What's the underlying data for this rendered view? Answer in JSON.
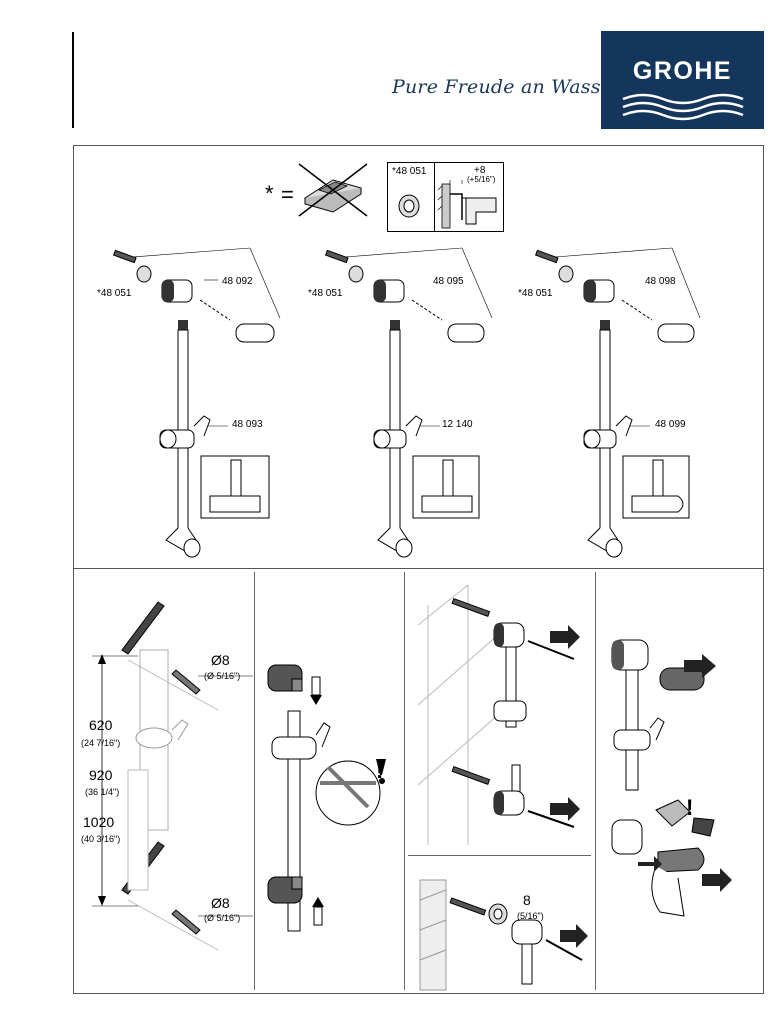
{
  "header": {
    "tagline": "Pure Freude an Wasser",
    "brand": "GROHE",
    "accent_color": "#14365c"
  },
  "legend": {
    "star": "*",
    "equals": "=",
    "inset_part": "*48 051",
    "inset_dim_plus": "+8",
    "inset_dim_inch": "(+5/16\")"
  },
  "columns": [
    {
      "washer": "*48 051",
      "bracket": "48 092",
      "holder": "48 093"
    },
    {
      "washer": "*48 051",
      "bracket": "48 095",
      "holder": "12 140"
    },
    {
      "washer": "*48 051",
      "bracket": "48 098",
      "holder": "48 099"
    }
  ],
  "dimensions": {
    "drill_top": "Ø8",
    "drill_top_inch": "(Ø 5/16\")",
    "h1": "620",
    "h1_inch": "(24 7/16\")",
    "h2": "920",
    "h2_inch": "(36 1/4\")",
    "h3": "1020",
    "h3_inch": "(40 3/16\")",
    "drill_bottom": "Ø8",
    "drill_bottom_inch": "(Ø 5/16\")",
    "spacer": "8",
    "spacer_inch": "(5/16\")"
  },
  "warnings": {
    "mark_step2": "!",
    "mark_step4": "!"
  }
}
